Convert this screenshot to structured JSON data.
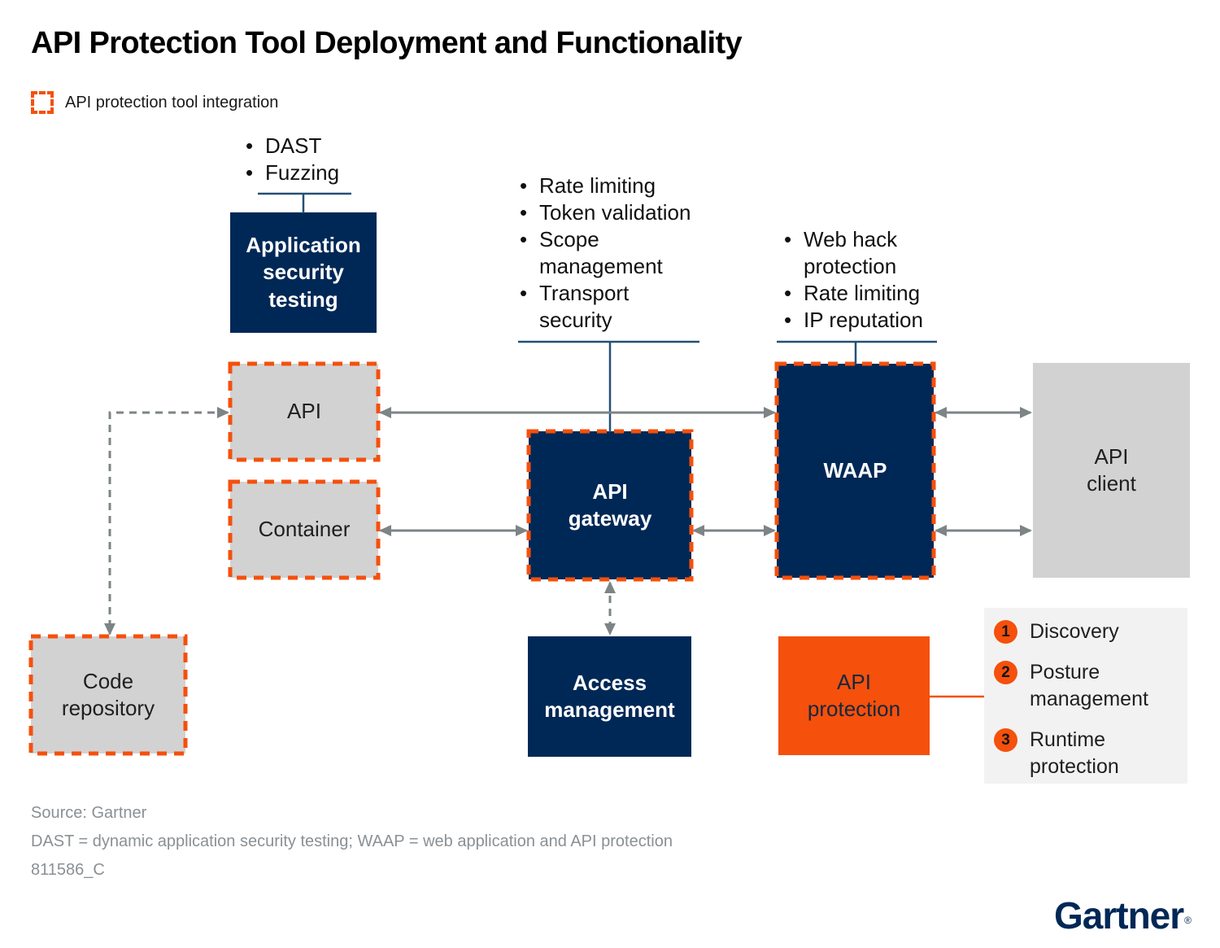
{
  "title": "API Protection Tool Deployment and Functionality",
  "legend": {
    "label": "API protection tool integration"
  },
  "boxes": {
    "application_security_testing": {
      "label": "Application\nsecurity\ntesting",
      "bullets": [
        "DAST",
        "Fuzzing"
      ]
    },
    "api": {
      "label": "API"
    },
    "container": {
      "label": "Container"
    },
    "code_repository": {
      "label": "Code\nrepository"
    },
    "api_gateway": {
      "label": "API\ngateway",
      "bullets": [
        "Rate limiting",
        "Token validation",
        "Scope\nmanagement",
        "Transport\nsecurity"
      ]
    },
    "waap": {
      "label": "WAAP",
      "bullets": [
        "Web hack\nprotection",
        "Rate limiting",
        "IP reputation"
      ]
    },
    "api_client": {
      "label": "API\nclient"
    },
    "access_management": {
      "label": "Access\nmanagement"
    },
    "api_protection": {
      "label": "API\nprotection"
    }
  },
  "functions_legend": {
    "items": [
      {
        "number": "1",
        "label": "Discovery"
      },
      {
        "number": "2",
        "label": "Posture\nmanagement"
      },
      {
        "number": "3",
        "label": "Runtime\nprotection"
      }
    ]
  },
  "footer": {
    "source": "Source: Gartner",
    "abbreviations": "DAST = dynamic application security testing; WAAP = web application and API protection",
    "figure_id": "811586_C"
  },
  "brand": {
    "logo": "Gartner",
    "registered_mark": "®"
  },
  "colors": {
    "navy": "#002856",
    "orange": "#F5500C",
    "box_gray": "#D2D2D2",
    "arrow_gray": "#7D8486",
    "bracket_navy": "#235077",
    "panel_gray": "#F2F2F2",
    "footer_gray": "#8A9094"
  }
}
